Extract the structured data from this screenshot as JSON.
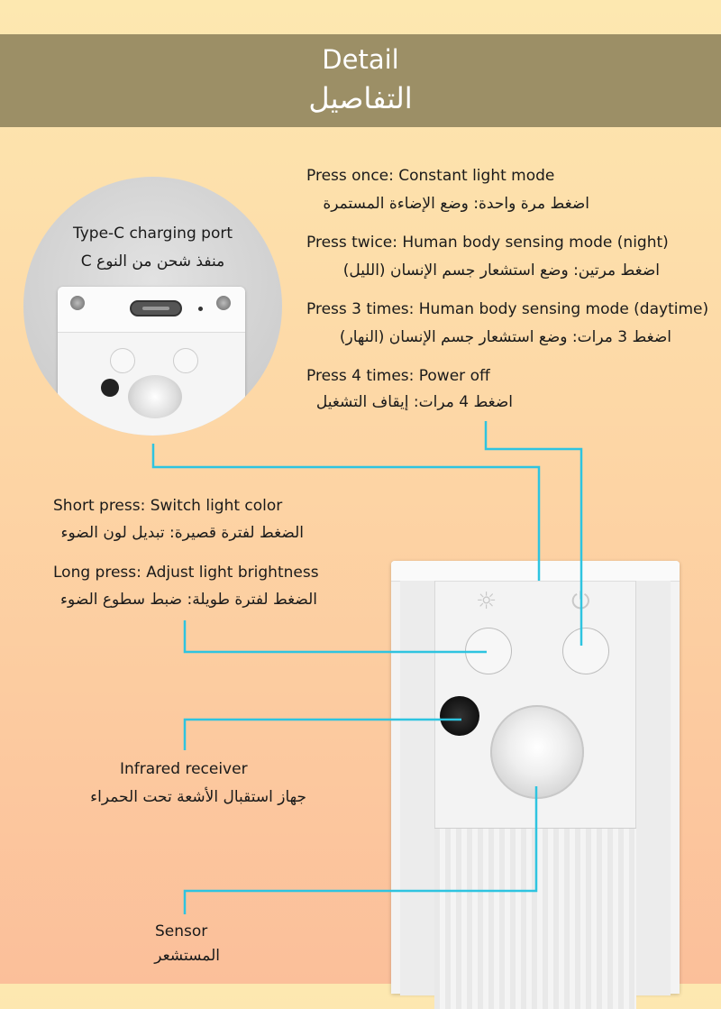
{
  "header": {
    "title_en": "Detail",
    "title_ar": "التفاصيل"
  },
  "press_modes": [
    {
      "en": "Press once: Constant light mode",
      "ar": "اضغط مرة واحدة: وضع الإضاءة المستمرة"
    },
    {
      "en": "Press twice: Human body sensing mode (night)",
      "ar": "اضغط مرتين: وضع استشعار جسم الإنسان (الليل)"
    },
    {
      "en": "Press 3 times: Human body sensing mode (daytime)",
      "ar": "اضغط 3 مرات: وضع استشعار جسم الإنسان (النهار)"
    },
    {
      "en": "Press 4 times: Power off",
      "ar": "اضغط 4 مرات: إيقاف التشغيل"
    }
  ],
  "charging_port": {
    "en": "Type-C charging port",
    "ar": "منفذ شحن من النوع C"
  },
  "light_button": {
    "short_en": "Short press: Switch light color",
    "short_ar": "الضغط لفترة قصيرة: تبديل لون الضوء",
    "long_en": "Long press: Adjust light brightness",
    "long_ar": "الضغط لفترة طويلة: ضبط سطوع الضوء"
  },
  "infrared": {
    "en": "Infrared receiver",
    "ar": "جهاز استقبال الأشعة تحت الحمراء"
  },
  "sensor": {
    "en": "Sensor",
    "ar": "المستشعر"
  },
  "colors": {
    "header_bg": "#9c8f66",
    "callout_line": "#2ec4e0"
  },
  "icons": [
    "light-icon",
    "power-icon"
  ]
}
